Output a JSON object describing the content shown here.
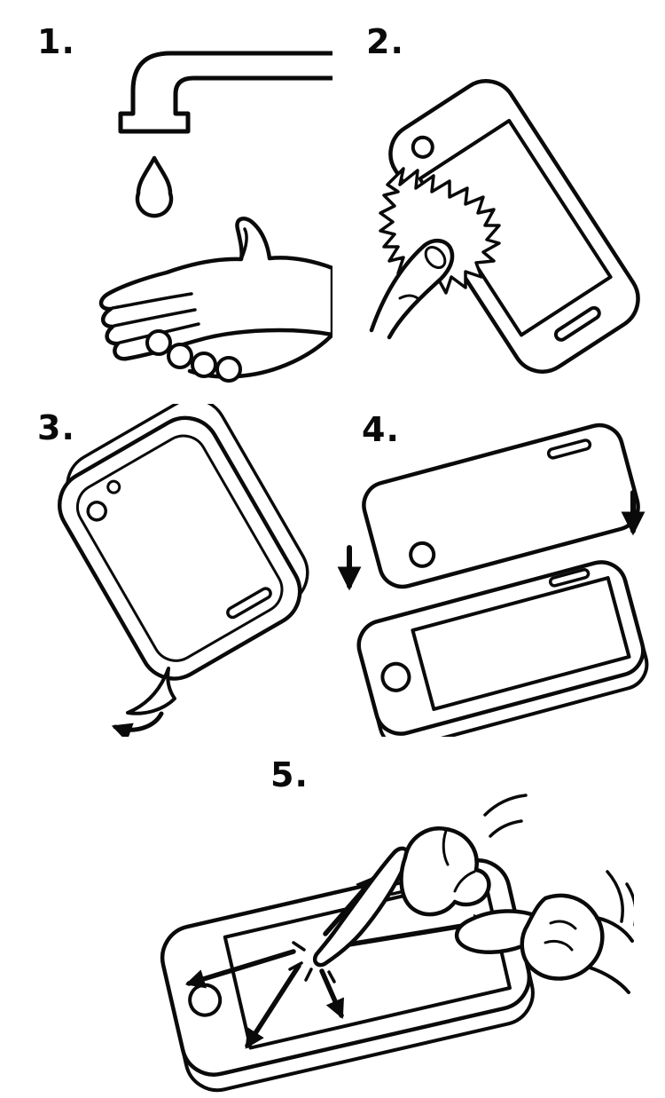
{
  "steps": [
    {
      "number": "1.",
      "illustration": "wash-hands-under-faucet"
    },
    {
      "number": "2.",
      "illustration": "wipe-phone-screen-with-cloth"
    },
    {
      "number": "3.",
      "illustration": "peel-backing-from-screen-protector"
    },
    {
      "number": "4.",
      "illustration": "align-protector-over-phone"
    },
    {
      "number": "5.",
      "illustration": "press-center-and-smooth-outward"
    }
  ],
  "colors": {
    "line": "#0a0a0a",
    "background": "#ffffff"
  }
}
